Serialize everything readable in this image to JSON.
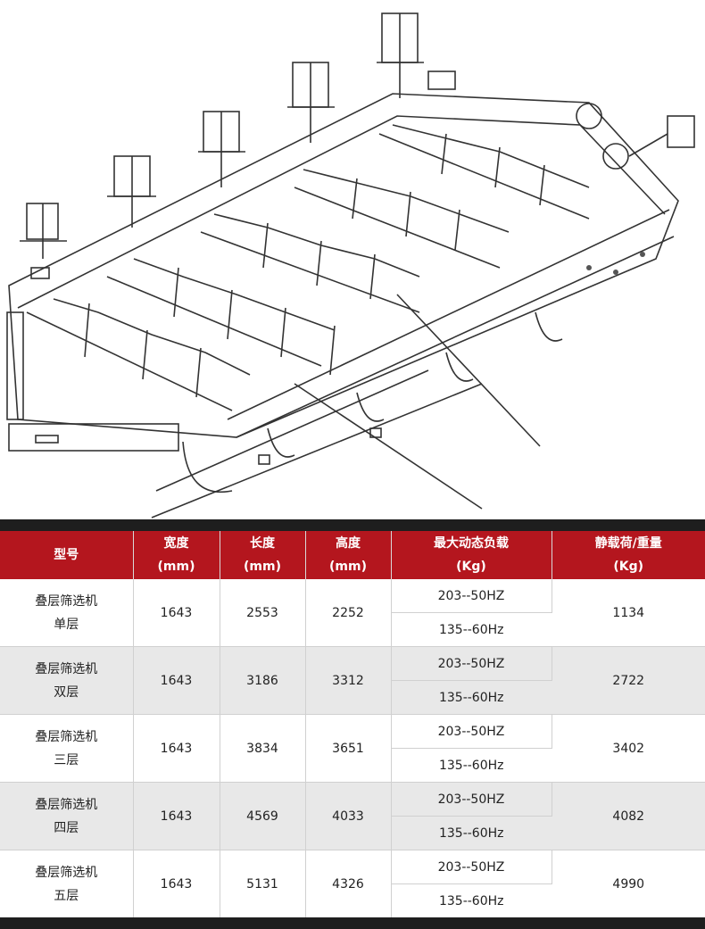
{
  "table": {
    "headers": [
      {
        "line1": "型号",
        "line2": ""
      },
      {
        "line1": "宽度",
        "line2": "(mm)"
      },
      {
        "line1": "长度",
        "line2": "(mm)"
      },
      {
        "line1": "高度",
        "line2": "(mm)"
      },
      {
        "line1": "最大动态负载",
        "line2": "(Kg)"
      },
      {
        "line1": "静载荷/重量",
        "line2": "(Kg)"
      }
    ],
    "rows": [
      {
        "model_line1": "叠层筛选机",
        "model_line2": "单层",
        "width": "1643",
        "length": "2553",
        "height": "2252",
        "load_a": "203--50HZ",
        "load_b": "135--60Hz",
        "weight": "1134"
      },
      {
        "model_line1": "叠层筛选机",
        "model_line2": "双层",
        "width": "1643",
        "length": "3186",
        "height": "3312",
        "load_a": "203--50HZ",
        "load_b": "135--60Hz",
        "weight": "2722"
      },
      {
        "model_line1": "叠层筛选机",
        "model_line2": "三层",
        "width": "1643",
        "length": "3834",
        "height": "3651",
        "load_a": "203--50HZ",
        "load_b": "135--60Hz",
        "weight": "3402"
      },
      {
        "model_line1": "叠层筛选机",
        "model_line2": "四层",
        "width": "1643",
        "length": "4569",
        "height": "4033",
        "load_a": "203--50HZ",
        "load_b": "135--60Hz",
        "weight": "4082"
      },
      {
        "model_line1": "叠层筛选机",
        "model_line2": "五层",
        "width": "1643",
        "length": "5131",
        "height": "4326",
        "load_a": "203--50HZ",
        "load_b": "135--60Hz",
        "weight": "4990"
      }
    ]
  },
  "colors": {
    "header_bg": "#b4161e",
    "alt_row": "#e8e8e8",
    "bar": "#1e1e1e"
  }
}
